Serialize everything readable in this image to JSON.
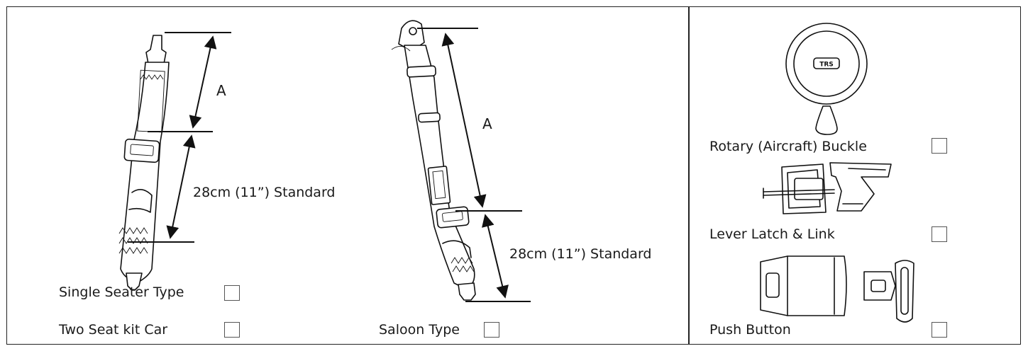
{
  "single": {
    "dim_a": "A",
    "dim_std": "28cm (11”) Standard",
    "opt1": "Single Seater Type",
    "opt2": "Two Seat kit Car"
  },
  "saloon": {
    "dim_a": "A",
    "dim_std": "28cm (11”) Standard",
    "opt": "Saloon Type"
  },
  "buckles": {
    "rotary_logo": "TRS",
    "rotary": "Rotary (Aircraft) Buckle",
    "lever": "Lever Latch & Link",
    "push": "Push Button"
  }
}
